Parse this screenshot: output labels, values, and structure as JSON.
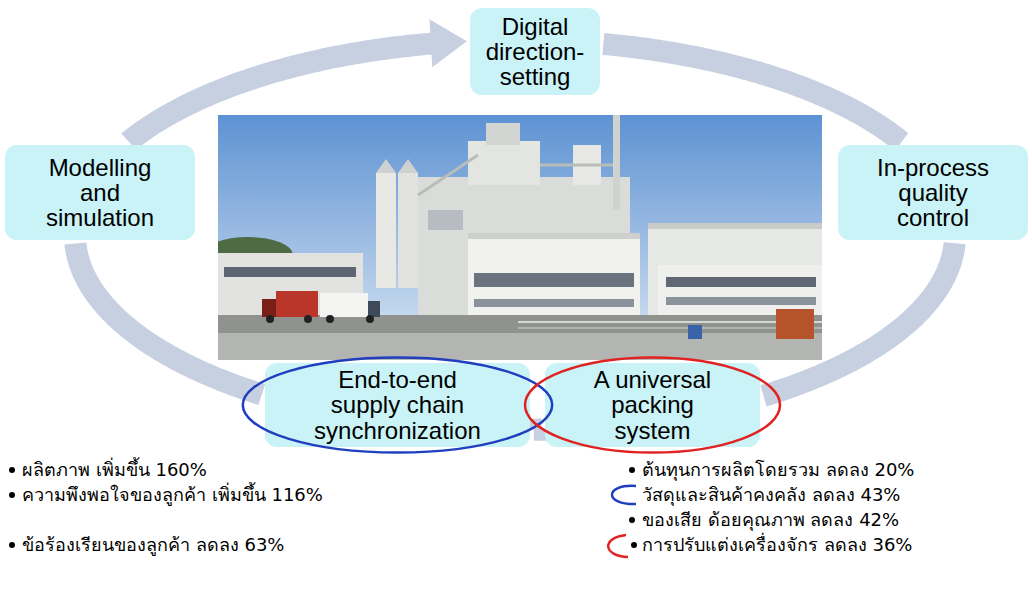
{
  "diagram": {
    "nodes": [
      {
        "text": [
          "Digital direction-setting"
        ]
      },
      {
        "text": [
          "Modelling and simulation"
        ]
      },
      {
        "text": [
          "In-process quality control"
        ]
      },
      {
        "text": [
          "End-to-end supply chain synchronization"
        ]
      },
      {
        "text": [
          "A universal packing system"
        ]
      }
    ],
    "edges": [
      {
        "from": 1,
        "to": 0,
        "arrow": "to"
      },
      {
        "from": 0,
        "to": 2,
        "arrow": "none"
      },
      {
        "from": 2,
        "to": 4,
        "arrow": "none"
      },
      {
        "from": 4,
        "to": 3,
        "arrow": "none"
      },
      {
        "from": 3,
        "to": 1,
        "arrow": "none"
      }
    ],
    "labels": [
      "ผลิตภาพ เพิ่มขึ้น 160%",
      "ความพึงพอใจของลูกค้า เพิ่มขึ้น 116%",
      "ข้อร้องเรียนของลูกค้า ลดลง 63%",
      "ต้นทุนการผลิตโดยรวม ลดลง 20%",
      "วัสดุและสินค้าคงคลัง ลดลง 43%",
      "ของเสีย ด้อยคุณภาพ ลดลง 42%",
      "การปรับแต่งเครื่องจักร ลดลง 36%"
    ]
  }
}
